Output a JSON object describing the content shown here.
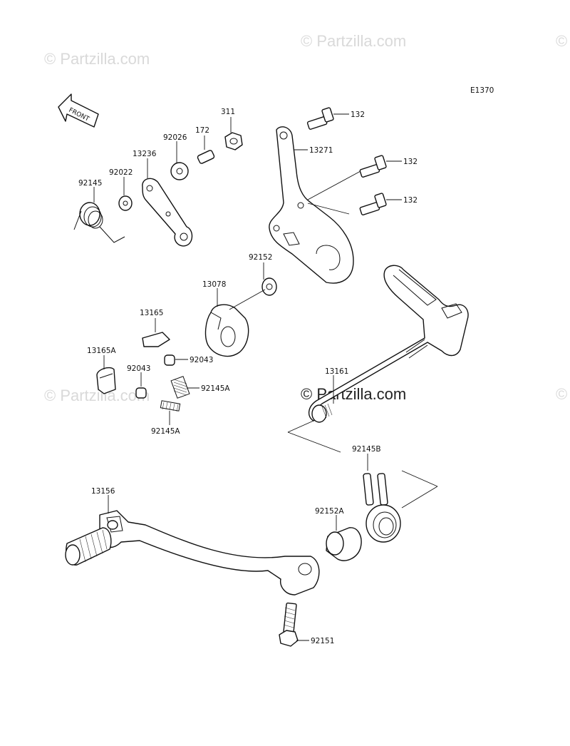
{
  "diagram_code": "E1370",
  "front_label": "FRONT",
  "watermark_text": "© Partzilla.com",
  "watermark_color": "#d9d9d9",
  "center_watermark_text": "© Partzilla.com",
  "parts": {
    "p132a": "132",
    "p132b": "132",
    "p132c": "132",
    "p311": "311",
    "p172": "172",
    "p92026": "92026",
    "p13236": "13236",
    "p92022": "92022",
    "p92145": "92145",
    "p13271": "13271",
    "p92152": "92152",
    "p13078": "13078",
    "p13165": "13165",
    "p13165A": "13165A",
    "p92043a": "92043",
    "p92043b": "92043",
    "p92145Aa": "92145A",
    "p92145Ab": "92145A",
    "p13161": "13161",
    "p92145B": "92145B",
    "p13156": "13156",
    "p92152A": "92152A",
    "p92151": "92151"
  }
}
